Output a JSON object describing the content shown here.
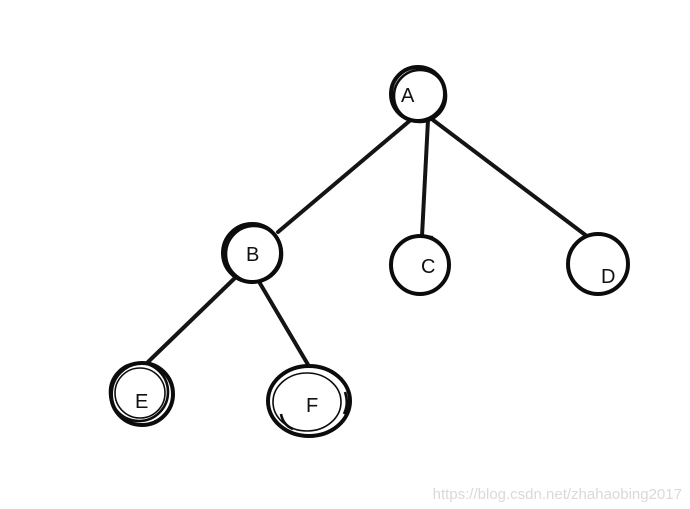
{
  "diagram": {
    "type": "tree",
    "nodes": [
      {
        "id": "A",
        "label": "A"
      },
      {
        "id": "B",
        "label": "B"
      },
      {
        "id": "C",
        "label": "C"
      },
      {
        "id": "D",
        "label": "D"
      },
      {
        "id": "E",
        "label": "E"
      },
      {
        "id": "F",
        "label": "F"
      }
    ],
    "edges": [
      {
        "from": "A",
        "to": "B"
      },
      {
        "from": "A",
        "to": "C"
      },
      {
        "from": "A",
        "to": "D"
      },
      {
        "from": "B",
        "to": "E"
      },
      {
        "from": "B",
        "to": "F"
      }
    ]
  },
  "colors": {
    "stroke": "#0c0c0c",
    "background": "#ffffff",
    "watermark": "#d9d9d9"
  },
  "watermark": {
    "text": "https://blog.csdn.net/zhahaobing2017"
  }
}
